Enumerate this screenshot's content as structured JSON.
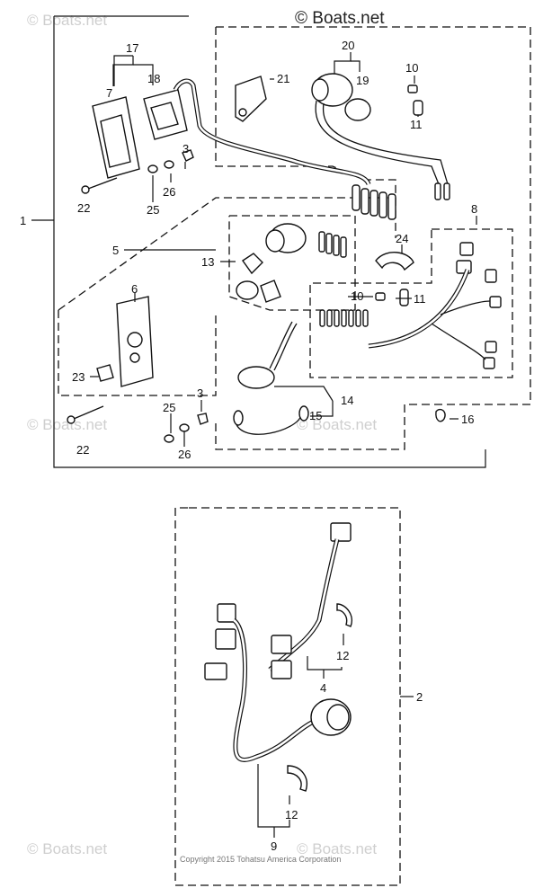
{
  "brand": {
    "text": "© Boats.net"
  },
  "watermarks": [
    "© Boats.net",
    "© Boats.net",
    "© Boats.net",
    "© Boats.net",
    "© Boats.net",
    "© Boats.net"
  ],
  "copyright": "Copyright 2015 Tohatsu America Corporation",
  "callouts": {
    "c1": "1",
    "c2": "2",
    "c3a": "3",
    "c3b": "3",
    "c4": "4",
    "c5": "5",
    "c6": "6",
    "c7": "7",
    "c8": "8",
    "c9": "9",
    "c10a": "10",
    "c10b": "10",
    "c11a": "11",
    "c11b": "11",
    "c12a": "12",
    "c12b": "12",
    "c13": "13",
    "c14": "14",
    "c15": "15",
    "c16": "16",
    "c17": "17",
    "c18": "18",
    "c19": "19",
    "c20": "20",
    "c21": "21",
    "c22a": "22",
    "c22b": "22",
    "c23": "23",
    "c24": "24",
    "c25a": "25",
    "c25b": "25",
    "c26a": "26",
    "c26b": "26"
  }
}
